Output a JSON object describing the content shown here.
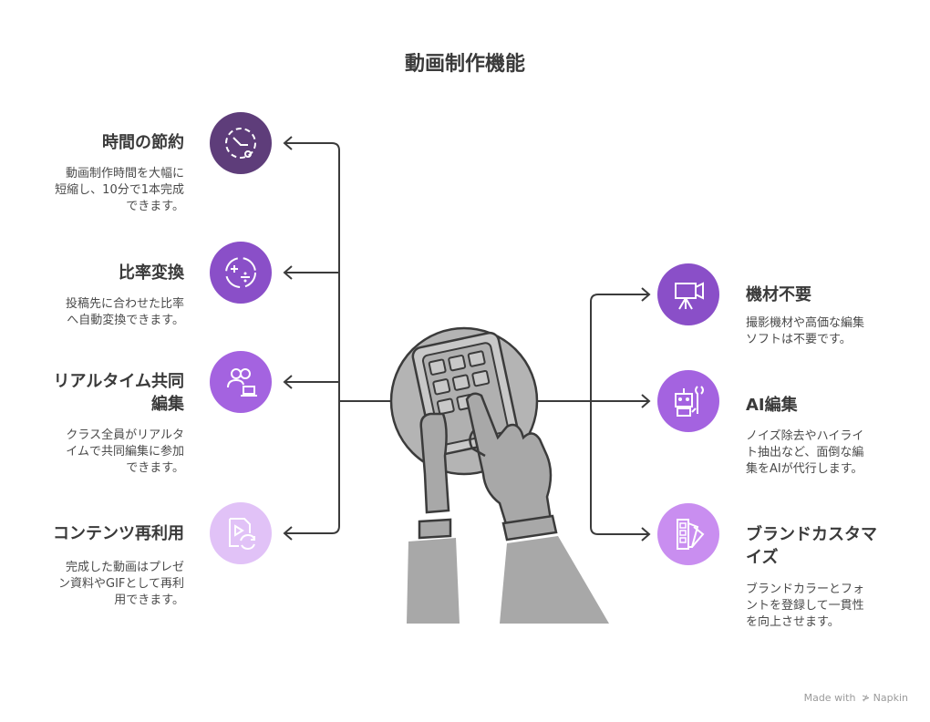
{
  "title": "動画制作機能",
  "colors": {
    "accent_1": "#5e3d7a",
    "accent_2": "#8a4fc8",
    "accent_3": "#a463e0",
    "accent_4": "#c98ef0",
    "accent_5": "#e1c2f7",
    "connector": "#3b3b3b",
    "illustration": "#a8a8a8"
  },
  "left_features": [
    {
      "title": "時間の節約",
      "desc_lines": [
        "動画制作時間を大幅に",
        "短縮し、10分で1本完成",
        "できます。"
      ],
      "icon": "stopwatch-icon"
    },
    {
      "title": "比率変換",
      "desc_lines": [
        "投稿先に合わせた比率",
        "へ自動変換できます。"
      ],
      "icon": "math-symbols-icon"
    },
    {
      "title_lines": [
        "リアルタイム共同",
        "編集"
      ],
      "desc_lines": [
        "クラス全員がリアルタ",
        "イムで共同編集に参加",
        "できます。"
      ],
      "icon": "users-laptop-icon"
    },
    {
      "title": "コンテンツ再利用",
      "desc_lines": [
        "完成した動画はプレゼ",
        "ン資料やGIFとして再利",
        "用できます。"
      ],
      "icon": "file-recycle-icon"
    }
  ],
  "right_features": [
    {
      "title": "機材不要",
      "desc_lines": [
        "撮影機材や高価な編集",
        "ソフトは不要です。"
      ],
      "icon": "video-camera-icon"
    },
    {
      "title": "AI編集",
      "desc_lines": [
        "ノイズ除去やハイライ",
        "ト抽出など、面倒な編",
        "集をAIが代行します。"
      ],
      "icon": "robot-tools-icon"
    },
    {
      "title_lines": [
        "ブランドカスタマ",
        "イズ"
      ],
      "desc_lines": [
        "ブランドカラーとフォ",
        "ントを登録して一貫性",
        "を向上させます。"
      ],
      "icon": "color-swatch-icon"
    }
  ],
  "footer": {
    "made_with": "Made with",
    "brand": "Napkin"
  }
}
